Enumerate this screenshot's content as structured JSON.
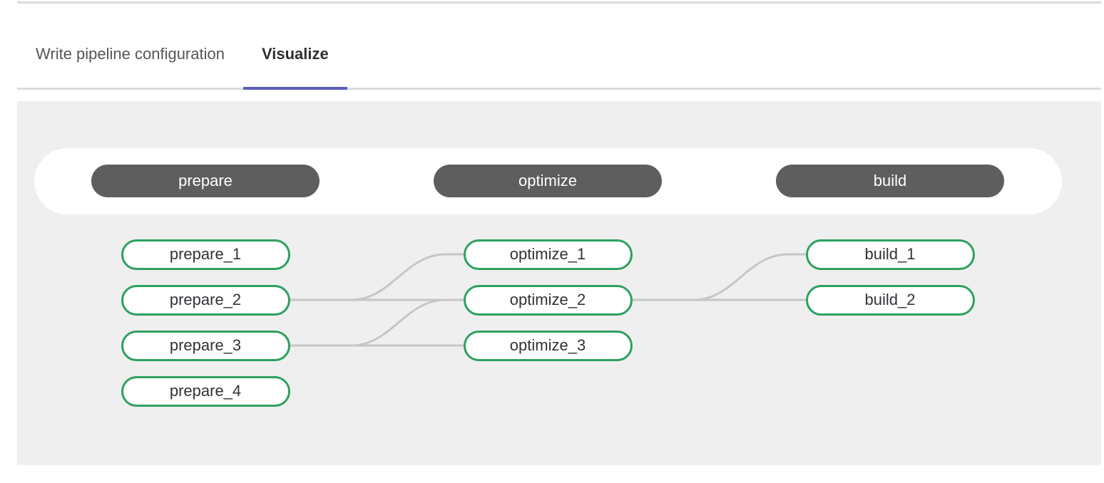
{
  "tabs": [
    {
      "label": "Write pipeline configuration",
      "active": false
    },
    {
      "label": "Visualize",
      "active": true
    }
  ],
  "pipeline": {
    "stages": [
      {
        "name": "prepare",
        "jobs": [
          "prepare_1",
          "prepare_2",
          "prepare_3",
          "prepare_4"
        ]
      },
      {
        "name": "optimize",
        "jobs": [
          "optimize_1",
          "optimize_2",
          "optimize_3"
        ]
      },
      {
        "name": "build",
        "jobs": [
          "build_1",
          "build_2"
        ]
      }
    ],
    "links": [
      {
        "from": "prepare_2",
        "to": "optimize_1"
      },
      {
        "from": "prepare_2",
        "to": "optimize_2"
      },
      {
        "from": "prepare_3",
        "to": "optimize_2"
      },
      {
        "from": "prepare_3",
        "to": "optimize_3"
      },
      {
        "from": "optimize_2",
        "to": "build_1"
      },
      {
        "from": "optimize_2",
        "to": "build_2"
      }
    ]
  },
  "colors": {
    "accent_indigo": "#5b5bbd",
    "stage_pill_bg": "#5e5e5e",
    "stage_pill_text": "#ffffff",
    "job_border_green": "#2da160",
    "job_text": "#333238",
    "link_gray": "#c6c6c6",
    "panel_bg": "#efefef",
    "divider_gray": "#dcdcdc",
    "inactive_tab_text": "#56555a",
    "active_tab_text": "#2f2e33"
  }
}
